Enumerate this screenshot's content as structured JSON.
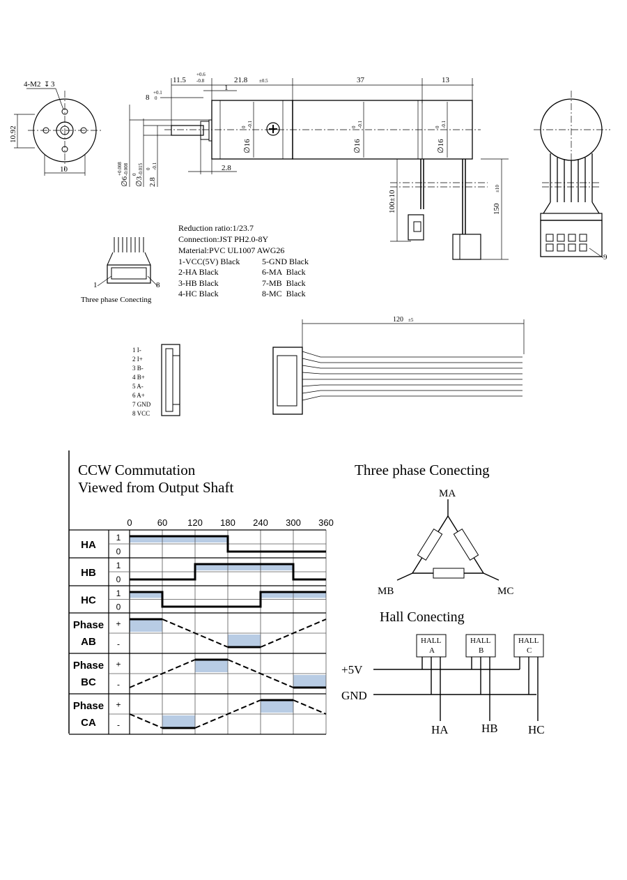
{
  "drawing": {
    "front_view": {
      "hole_note": "4-M2",
      "hole_depth": "3",
      "width_dim": "10",
      "height_dim": "10.92"
    },
    "side_view": {
      "dim_11_5": "11.5",
      "tol_11_5_up": "+0.6",
      "tol_11_5_dn": "-0.8",
      "dim_21_8": "21.8",
      "tol_21_8": "±0.5",
      "dim_37": "37",
      "dim_13": "13",
      "dim_8": "8",
      "tol_8_up": "+0.1",
      "tol_8_dn": "0",
      "dim_1": "1",
      "dia_16_a": "∅16",
      "dia_16_b": "∅16",
      "dia_16_c": "∅16",
      "tol_16_up": "0",
      "tol_16_dn": "-0.1",
      "dia_6": "∅6",
      "tol_6_up": "+0.008",
      "tol_6_dn": "-0.008",
      "dia_3": "∅3",
      "tol_3_up": "0",
      "tol_3_dn": "-0.015",
      "dim_2_8": "2.8",
      "tol_2_8_up": "0",
      "tol_2_8_dn": "-0.1",
      "dim_2_8_b": "2.8",
      "dim_100": "100±10",
      "dim_150": "150",
      "tol_150": "±10"
    },
    "end_view": {
      "callout": "9"
    },
    "connector_label": {
      "pin_1": "1",
      "pin_8": "8",
      "caption": "Three phase Conecting"
    },
    "specs": [
      "Reduction ratio:1/23.7",
      "Connection:JST PH2.0-8Y",
      "Material:PVC UL1007 AWG26"
    ],
    "pins_left": [
      "1-VCC(5V) Black",
      "2-HA Black",
      "3-HB Black",
      "4-HC Black"
    ],
    "pins_right": [
      "5-GND Black",
      "6-MA  Black",
      "7-MB  Black",
      "8-MC  Black"
    ],
    "connector2_pins": [
      "1 I-",
      "2 I+",
      "3 B-",
      "4 B+",
      "5 A-",
      "6 A+",
      "7 GND",
      "8 VCC"
    ],
    "cable": {
      "length": "120",
      "tol": "±5"
    }
  },
  "commutation": {
    "title_1": "CCW Commutation",
    "title_2": "Viewed from Output Shaft",
    "angles": [
      "0",
      "60",
      "120",
      "180",
      "240",
      "300",
      "360"
    ],
    "rows": [
      {
        "label_1": "HA",
        "label_2": "",
        "top": "1",
        "bottom": "0"
      },
      {
        "label_1": "HB",
        "label_2": "",
        "top": "1",
        "bottom": "0"
      },
      {
        "label_1": "HC",
        "label_2": "",
        "top": "1",
        "bottom": "0"
      },
      {
        "label_1": "Phase",
        "label_2": "AB",
        "top": "+",
        "bottom": "-"
      },
      {
        "label_1": "Phase",
        "label_2": "BC",
        "top": "+",
        "bottom": "-"
      },
      {
        "label_1": "Phase",
        "label_2": "CA",
        "top": "+",
        "bottom": "-"
      }
    ],
    "highlight_color": "#b8cce4"
  },
  "three_phase": {
    "title": "Three phase Conecting",
    "ma": "MA",
    "mb": "MB",
    "mc": "MC"
  },
  "hall": {
    "title": "Hall Conecting",
    "sensors": [
      {
        "line1": "HALL",
        "line2": "A"
      },
      {
        "line1": "HALL",
        "line2": "B"
      },
      {
        "line1": "HALL",
        "line2": "C"
      }
    ],
    "v5": "+5V",
    "gnd": "GND",
    "outputs": [
      "HA",
      "HB",
      "HC"
    ]
  }
}
